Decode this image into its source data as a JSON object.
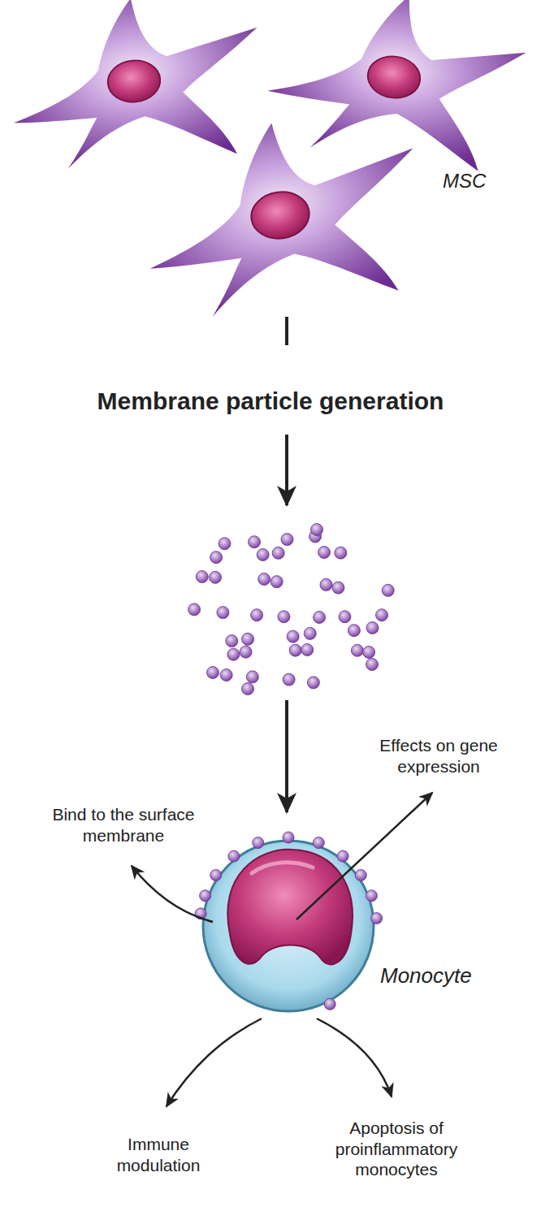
{
  "diagram": {
    "labels": [
      "MSC",
      "Membrane particle generation",
      "Bind to the surface membrane",
      "Effects on gene expression",
      "Monocyte",
      "Immune modulation",
      "Apoptosis of proinflammatory monocytes"
    ]
  }
}
